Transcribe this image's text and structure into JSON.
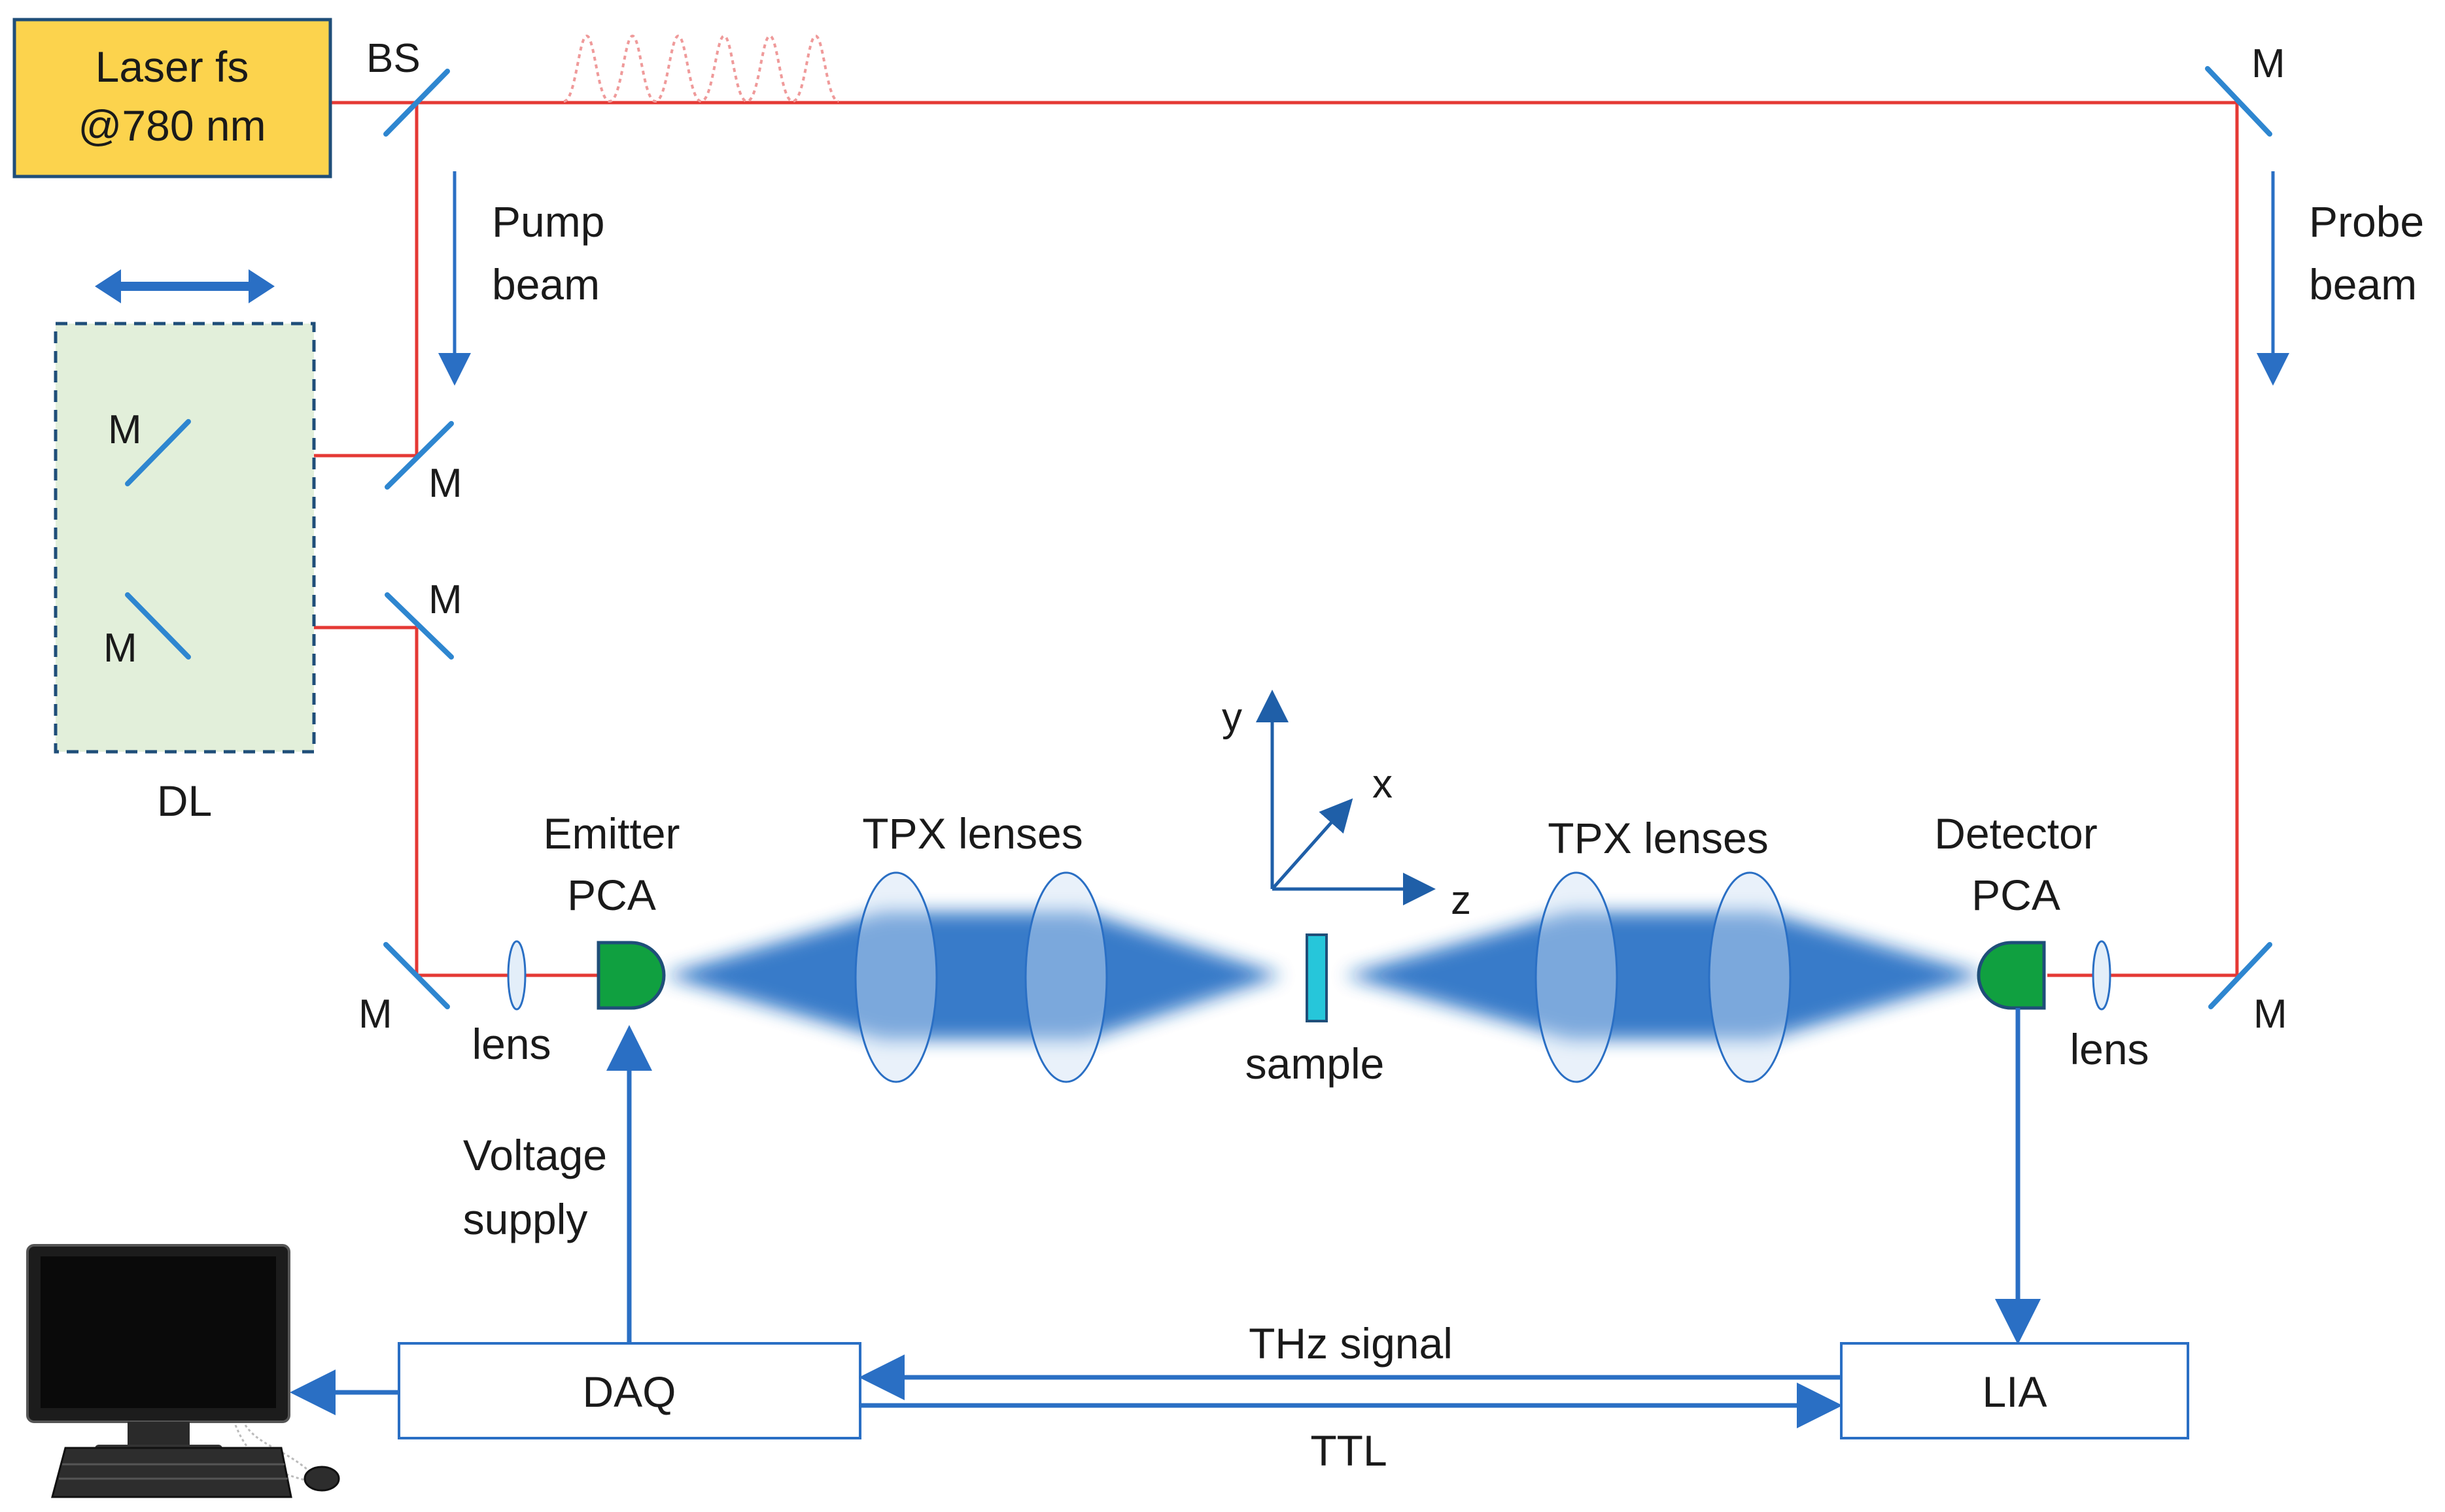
{
  "colors": {
    "laser_box_fill": "#fcd34d",
    "laser_box_stroke": "#1f4e79",
    "beam_red": "#e53935",
    "mirror_blue": "#2e86d0",
    "arrow_blue": "#2a6fc4",
    "thz_beam": "#1565c0",
    "pca_green": "#10a040",
    "pca_stroke": "#1f4e79",
    "delay_line_fill": "#e2efda",
    "delay_line_stroke": "#1f4e79",
    "sample_fill": "#26c6da",
    "box_stroke": "#2a6fc4",
    "axes_blue": "#1f5fa8"
  },
  "laser": {
    "line1": "Laser fs",
    "line2": "@780 nm"
  },
  "labels": {
    "beam_splitter": "BS",
    "mirror": "M",
    "pump_beam_1": "Pump",
    "pump_beam_2": "beam",
    "probe_beam_1": "Probe",
    "probe_beam_2": "beam",
    "delay_line": "DL",
    "emitter_1": "Emitter",
    "emitter_2": "PCA",
    "detector_1": "Detector",
    "detector_2": "PCA",
    "tpx_lenses_left": "TPX lenses",
    "tpx_lenses_right": "TPX lenses",
    "lens_left": "lens",
    "lens_right": "lens",
    "sample": "sample",
    "axis_x": "x",
    "axis_y": "y",
    "axis_z": "z",
    "voltage_1": "Voltage",
    "voltage_2": "supply",
    "daq": "DAQ",
    "lia": "LIA",
    "thz_signal": "THz signal",
    "ttl": "TTL"
  },
  "icons": {
    "computer": "desktop-computer-icon",
    "keyboard": "keyboard-icon",
    "mouse": "mouse-icon"
  }
}
